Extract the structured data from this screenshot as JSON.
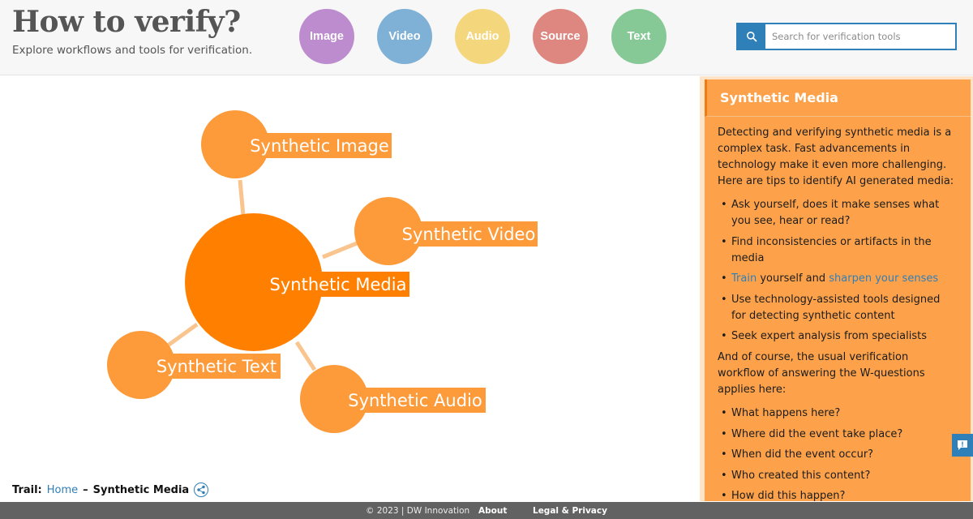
{
  "header": {
    "title": "How to verify?",
    "subtitle": "Explore workflows and tools for verification.",
    "categories": [
      {
        "label": "Image",
        "color": "#bd8ccf"
      },
      {
        "label": "Video",
        "color": "#7fb0d6"
      },
      {
        "label": "Audio",
        "color": "#f4d77d"
      },
      {
        "label": "Source",
        "color": "#de8780"
      },
      {
        "label": "Text",
        "color": "#86c996"
      }
    ],
    "search_placeholder": "Search for verification tools",
    "search_icon": "search-icon"
  },
  "diagram": {
    "center": {
      "label": "Synthetic Media",
      "color": "#ff8000"
    },
    "nodes": [
      {
        "label": "Synthetic Image",
        "color": "#fd9a3a"
      },
      {
        "label": "Synthetic Video",
        "color": "#fd9a3a"
      },
      {
        "label": "Synthetic Text",
        "color": "#fd9a3a"
      },
      {
        "label": "Synthetic Audio",
        "color": "#fd9a3a"
      }
    ],
    "edge_color": "#fac48e"
  },
  "trail": {
    "label": "Trail:",
    "home": "Home",
    "separator": "–",
    "current": "Synthetic Media",
    "share_icon": "share-icon"
  },
  "panel": {
    "title": "Synthetic Media",
    "intro": "Detecting and verifying synthetic media is a complex task. Fast advancements in technology make it even more challenging. Here are tips to identify AI generated media:",
    "tips": [
      "Ask yourself, does it make senses what you see, hear or read?",
      "Find inconsistencies or artifacts in the media"
    ],
    "tip3": {
      "link1": "Train",
      "middle": " yourself and ",
      "link2": "sharpen your senses"
    },
    "tips_after": [
      "Use technology-assisted tools designed for detecting synthetic content",
      "Seek expert analysis from specialists"
    ],
    "outro": "And of course, the usual verification workflow of answering the W-questions applies here:",
    "questions": [
      "What happens here?",
      "Where did the event take place?",
      "When did the event occur?",
      "Who created this content?",
      "How did this happen?"
    ]
  },
  "feedback_icon": "feedback-icon",
  "footer": {
    "copyright": "© 2023 | DW Innovation",
    "about": "About",
    "legal": "Legal & Privacy"
  }
}
